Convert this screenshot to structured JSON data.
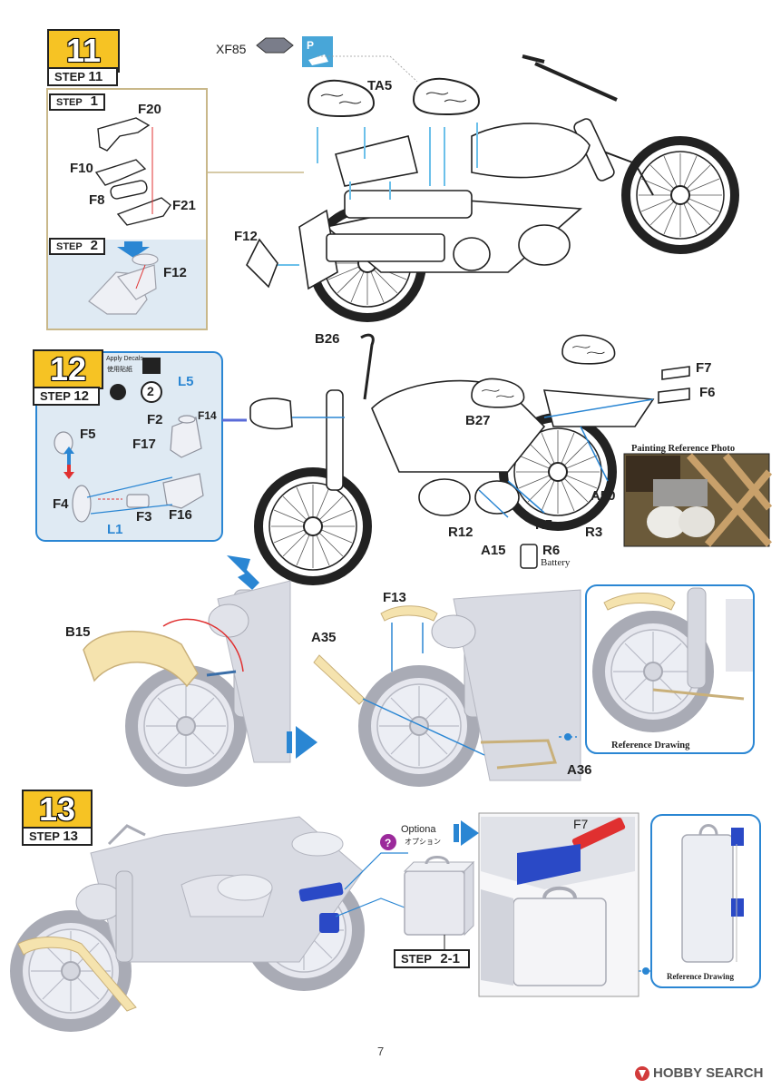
{
  "page_number": "7",
  "watermark": "HOBBY SEARCH",
  "colors": {
    "step_yellow": "#f6c324",
    "callout_blue": "#2a86d3",
    "gold_frame": "#c9b88a",
    "pe_brass": "#f5e3ae",
    "model_grey": "#d9dbe3",
    "blue_highlight": "#2a49c6",
    "red_highlight": "#e03030"
  },
  "step11": {
    "number": "11",
    "label_prefix": "STEP",
    "label_num": "11",
    "paint_code": "XF85",
    "paint_icon": "hexagon-paint-swatch",
    "pe_icon": "photo-etch-bend-icon",
    "seat_part": "TA5",
    "inset": {
      "sub1_prefix": "STEP",
      "sub1_num": "1",
      "sub2_prefix": "STEP",
      "sub2_num": "2",
      "parts": [
        "F20",
        "F10",
        "F8",
        "F21",
        "F12"
      ]
    },
    "side_part": "F12"
  },
  "step12": {
    "number": "12",
    "label_prefix": "STEP",
    "label_num": "12",
    "apply_decals": "Apply Decals",
    "apply_decals_jp": "使用貼紙",
    "decal_number": "2",
    "inset_parts": [
      "L5",
      "F2",
      "F14",
      "F17",
      "F5",
      "F4",
      "F3",
      "F16",
      "L1"
    ],
    "top_part": "B26",
    "parts": [
      "F7",
      "F6",
      "B27",
      "A50",
      "R12",
      "R5",
      "R3",
      "A15",
      "R6"
    ],
    "battery_label": "Battery",
    "painting_ref": "Painting Reference Photo"
  },
  "fender": {
    "parts": [
      "B15",
      "F13",
      "A35",
      "A36"
    ],
    "ref_drawing": "Reference Drawing"
  },
  "step13": {
    "number": "13",
    "label_prefix": "STEP",
    "label_num": "13",
    "optional_en": "Optiona",
    "optional_jp": "オプション",
    "optional_icon": "question-mark-icon",
    "box_step_prefix": "STEP",
    "box_step_num": "2-1",
    "part_f7": "F7",
    "ref_drawing": "Reference Drawing"
  }
}
